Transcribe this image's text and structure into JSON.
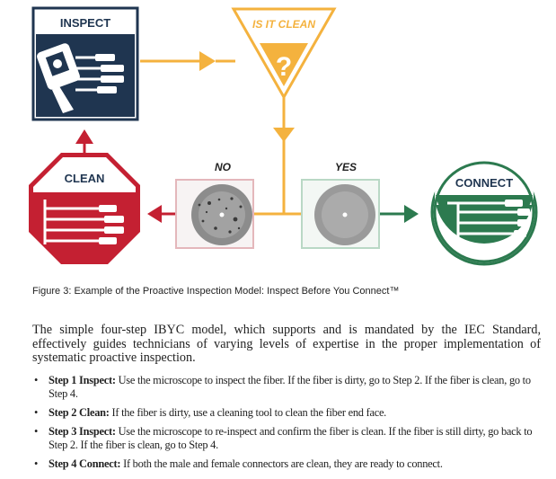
{
  "diagram": {
    "labels": {
      "inspect": "INSPECT",
      "is_it_clean": "IS IT CLEAN",
      "question_mark": "?",
      "clean": "CLEAN",
      "no": "NO",
      "yes": "YES",
      "connect": "CONNECT"
    },
    "icons": {
      "inspect": "microscope-probe-icon",
      "clean": "cleaning-connectors-icon",
      "connect": "connectors-icon",
      "dirty": "dirty-fiber-end-face",
      "clean_fiber": "clean-fiber-end-face"
    },
    "colors": {
      "inspect": "#1f3550",
      "clean": "#c42032",
      "connect": "#2c7a4f",
      "question": "#f4b23e",
      "arrow_orange": "#f4b23e",
      "arrow_red": "#c42032",
      "arrow_green": "#2c7a4f"
    }
  },
  "caption": "Figure 3: Example of the Proactive Inspection Model: Inspect Before You Connect™",
  "intro": "The simple four-step IBYC model, which supports and is mandated by the IEC Standard, effectively guides technicians of varying levels of expertise in the proper implementation of systematic proactive inspection.",
  "steps": [
    {
      "bullet": "•",
      "label": "Step 1 Inspect:",
      "text": " Use the microscope to inspect the fiber. If the fiber is dirty, go to Step 2. If the fiber is clean, go to Step 4."
    },
    {
      "bullet": "•",
      "label": "Step 2 Clean:",
      "text": " If the fiber is dirty, use a cleaning tool to clean the fiber end face."
    },
    {
      "bullet": "•",
      "label": "Step 3 Inspect:",
      "text": " Use the microscope to re-inspect and confirm the fiber is clean. If the fiber is still dirty, go back to Step 2. If the fiber is clean, go to Step 4."
    },
    {
      "bullet": "•",
      "label": "Step 4 Connect:",
      "text": " If both the male and female connectors are clean, they are ready to connect."
    }
  ]
}
